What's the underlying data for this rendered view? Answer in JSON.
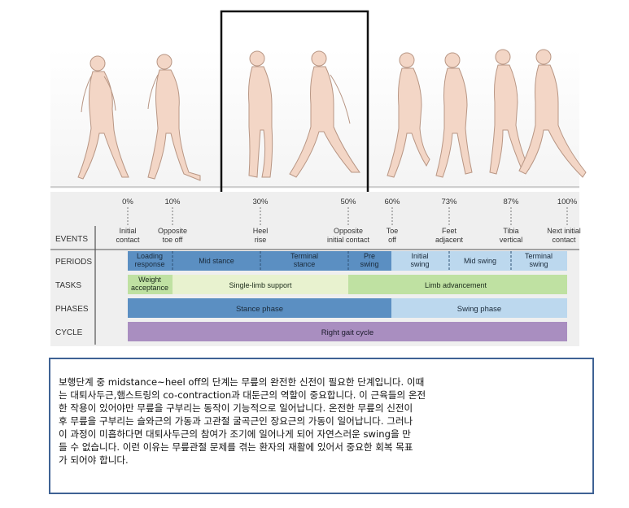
{
  "figure": {
    "percents": [
      "0%",
      "10%",
      "30%",
      "50%",
      "60%",
      "73%",
      "87%",
      "100%"
    ],
    "events": [
      [
        "Initial",
        "contact"
      ],
      [
        "Opposite",
        "toe off"
      ],
      [
        "Heel",
        "rise"
      ],
      [
        "Opposite",
        "initial contact"
      ],
      [
        "Toe",
        "off"
      ],
      [
        "Feet",
        "adjacent"
      ],
      [
        "Tibia",
        "vertical"
      ],
      [
        "Next initial",
        "contact"
      ]
    ],
    "row_labels": [
      "EVENTS",
      "PERIODS",
      "TASKS",
      "PHASES",
      "CYCLE"
    ],
    "periods": [
      [
        "Loading",
        "response"
      ],
      [
        "Mid stance"
      ],
      [
        "Terminal",
        "stance"
      ],
      [
        "Pre",
        "swing"
      ],
      [
        "Initial",
        "swing"
      ],
      [
        "Mid swing"
      ],
      [
        "Terminal",
        "swing"
      ]
    ],
    "tasks": [
      [
        "Weight",
        "acceptance"
      ],
      [
        "Single-limb support"
      ],
      [
        "Limb advancement"
      ]
    ],
    "phases": [
      "Stance phase",
      "Swing phase"
    ],
    "cycle": "Right gait cycle"
  },
  "caption": {
    "lines": [
      "보행단계 중 midstance~heel off의 단계는 무릎의 완전한 신전이 필요한 단계입니다. 이때",
      "는 대퇴사두근,햄스트링의 co-contraction과 대둔근의 역할이 중요합니다. 이 근육들의 온전",
      "한 작용이 있어야만 무릎을 구부리는 동작이 기능적으로 일어납니다. 온전한 무릎의 신전이",
      "후 무릎을 구부리는 슬와근의 가동과 고관절 굴곡근인 장요근의 가동이 일어납니다. 그러나",
      "이 과정이 미흡하다면 대퇴사두근의 참여가 조기에 일어나게 되어 자연스러운 swing을 만",
      "들 수 없습니다. 이런 이유는 무릎관절 문제를 겪는 환자의 재활에 있어서 중요한 회복 목표",
      "가 되어야 합니다."
    ]
  },
  "colors": {
    "stance_blue": "#5b8fc2",
    "swing_light_blue": "#bcd8ee",
    "task_green": "#bfe1a2",
    "task_pale": "#e8f2cf",
    "cycle_purple": "#a98ec0",
    "highlight_border": "#111111",
    "caption_border": "#3f6294",
    "figure_skin": "#f3d6c6"
  }
}
